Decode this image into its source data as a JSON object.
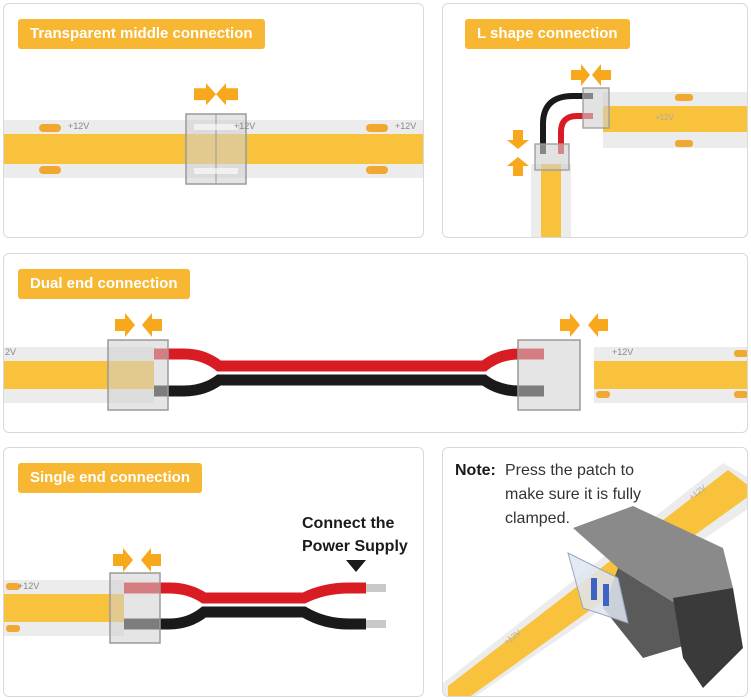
{
  "panels": {
    "middle": {
      "title": "Transparent middle connection",
      "strip_label": "+12V"
    },
    "lshape": {
      "title": "L shape connection",
      "strip_label": "+12V"
    },
    "dual": {
      "title": "Dual end connection",
      "strip_label": "+12V",
      "strip_label_cut": "2V"
    },
    "single": {
      "title": "Single end connection",
      "strip_label": "+12V",
      "power_line1": "Connect the",
      "power_line2": "Power Supply"
    },
    "note": {
      "label": "Note:",
      "line1": "Press the patch to",
      "line2": "make sure it is fully",
      "line3": "clamped.",
      "strip_label": "+12V"
    }
  },
  "colors": {
    "accent": "#f7b733",
    "strip_yellow": "#f8c23d",
    "strip_white": "#ececec",
    "arrow": "#f7a81c",
    "red_wire": "#d91c24",
    "black_wire": "#1a1a1a"
  }
}
